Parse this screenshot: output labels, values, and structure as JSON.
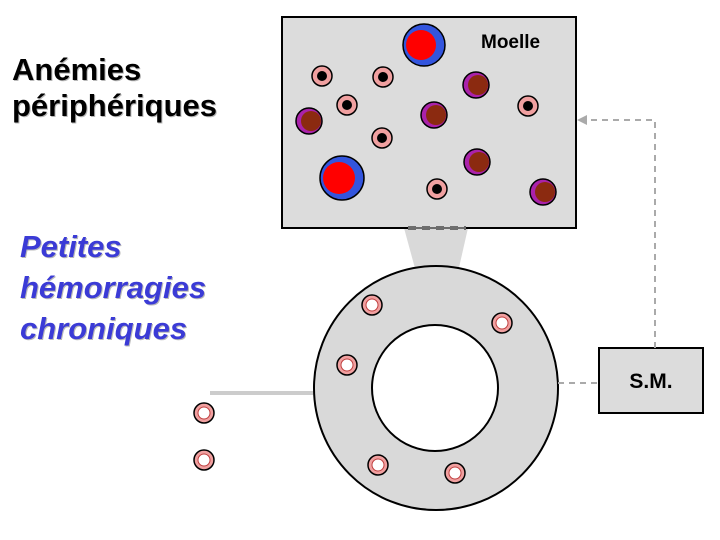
{
  "title": {
    "lines": [
      "Anémies",
      "périphériques"
    ]
  },
  "subtitle": {
    "lines": [
      "Petites",
      "hémorragies",
      "chroniques"
    ]
  },
  "marrow": {
    "label": "Moelle"
  },
  "sm_box": {
    "label": "S.M."
  },
  "colors": {
    "marrow_bg": "#dcdcdc",
    "red_cell": "#ff0000",
    "blast_ring": "#3355dd",
    "nucleated_pink": "#f0a0a0",
    "purple_cell": "#aa22aa",
    "brown_nucleus": "#8b2a10",
    "subtitle_blue": "#3b3bd6"
  }
}
